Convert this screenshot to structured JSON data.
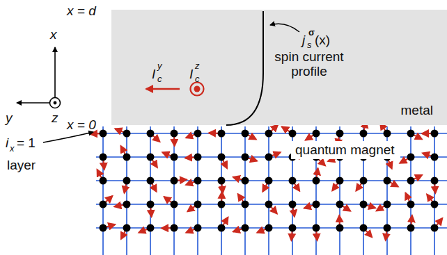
{
  "diagram": {
    "nodes": [
      {
        "text": [
          "metal"
        ]
      }
    ],
    "labels": [
      "x = d",
      "x",
      "y",
      "z",
      "I",
      "c",
      "y",
      "I",
      "c",
      "z",
      "j",
      "s",
      "σ",
      "(x)",
      "spin current profile",
      "x = 0",
      "i",
      "x",
      "= 1",
      "layer",
      "quantum magnet"
    ]
  }
}
